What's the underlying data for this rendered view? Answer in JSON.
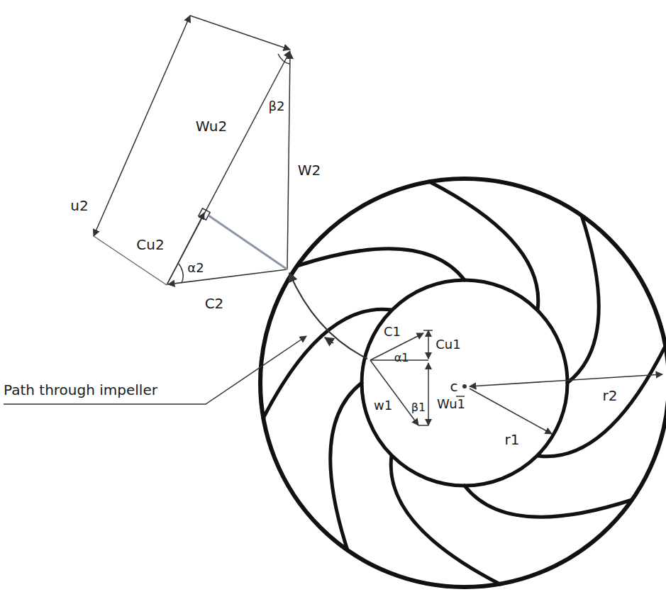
{
  "diagram": {
    "labels": [
      "u2",
      "Wu2",
      "β2",
      "W2",
      "Cu2",
      "α2",
      "C2",
      "Path through impeller",
      "C1",
      "α1",
      "Cu1",
      "c",
      "r2",
      "r1",
      "w1",
      "β1",
      "Wu1"
    ]
  }
}
